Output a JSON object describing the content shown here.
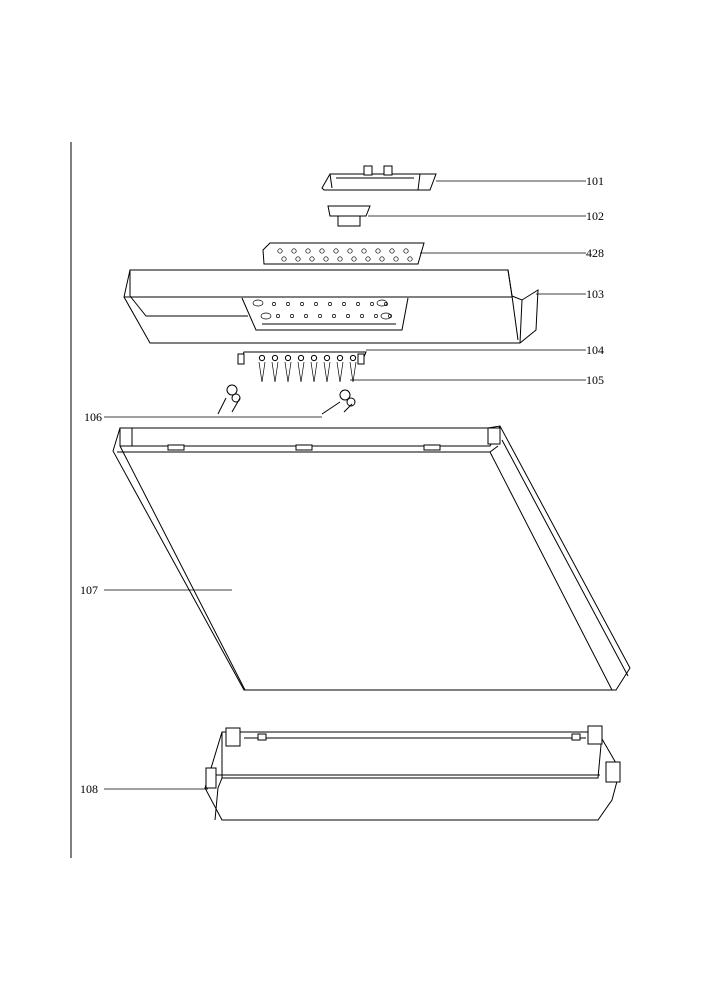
{
  "parts": [
    {
      "id": "part-101",
      "label": "101"
    },
    {
      "id": "part-102",
      "label": "102"
    },
    {
      "id": "part-428",
      "label": "428"
    },
    {
      "id": "part-103",
      "label": "103"
    },
    {
      "id": "part-104",
      "label": "104"
    },
    {
      "id": "part-105",
      "label": "105"
    },
    {
      "id": "part-106",
      "label": "106"
    },
    {
      "id": "part-107",
      "label": "107"
    },
    {
      "id": "part-108",
      "label": "108"
    }
  ]
}
